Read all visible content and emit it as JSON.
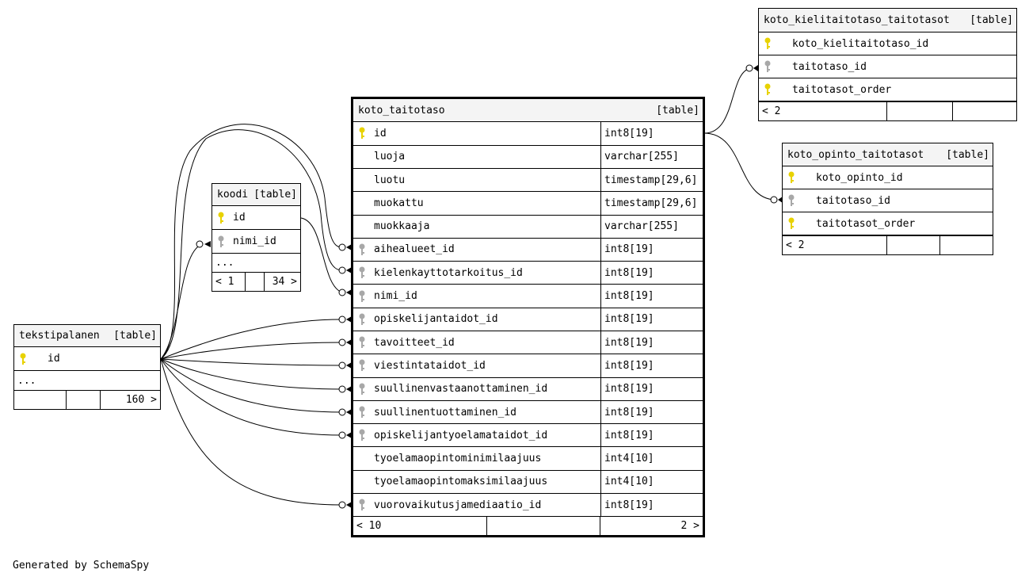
{
  "footer_text": "Generated by SchemaSpy",
  "colors": {
    "pk_key": "#e8d200",
    "fk_key": "#a8a8a8",
    "header_bg": "#f4f4f4"
  },
  "tables": {
    "main": {
      "name": "koto_taitotaso",
      "tag": "[table]",
      "columns": [
        {
          "name": "id",
          "type": "int8[19]",
          "key": "primary"
        },
        {
          "name": "luoja",
          "type": "varchar[255]",
          "key": "none"
        },
        {
          "name": "luotu",
          "type": "timestamp[29,6]",
          "key": "none"
        },
        {
          "name": "muokattu",
          "type": "timestamp[29,6]",
          "key": "none"
        },
        {
          "name": "muokkaaja",
          "type": "varchar[255]",
          "key": "none"
        },
        {
          "name": "aihealueet_id",
          "type": "int8[19]",
          "key": "foreign"
        },
        {
          "name": "kielenkayttotarkoitus_id",
          "type": "int8[19]",
          "key": "foreign"
        },
        {
          "name": "nimi_id",
          "type": "int8[19]",
          "key": "foreign"
        },
        {
          "name": "opiskelijantaidot_id",
          "type": "int8[19]",
          "key": "foreign"
        },
        {
          "name": "tavoitteet_id",
          "type": "int8[19]",
          "key": "foreign"
        },
        {
          "name": "viestintataidot_id",
          "type": "int8[19]",
          "key": "foreign"
        },
        {
          "name": "suullinenvastaanottaminen_id",
          "type": "int8[19]",
          "key": "foreign"
        },
        {
          "name": "suullinentuottaminen_id",
          "type": "int8[19]",
          "key": "foreign"
        },
        {
          "name": "opiskelijantyoelamataidot_id",
          "type": "int8[19]",
          "key": "foreign"
        },
        {
          "name": "tyoelamaopintominimilaajuus",
          "type": "int4[10]",
          "key": "none"
        },
        {
          "name": "tyoelamaopintomaksimilaajuus",
          "type": "int4[10]",
          "key": "none"
        },
        {
          "name": "vuorovaikutusjamediaatio_id",
          "type": "int8[19]",
          "key": "foreign"
        }
      ],
      "footer": {
        "parents": "< 10",
        "children": "2 >"
      }
    },
    "koodi": {
      "name": "koodi",
      "tag": "[table]",
      "columns": [
        {
          "name": "id",
          "key": "primary"
        },
        {
          "name": "nimi_id",
          "key": "foreign"
        }
      ],
      "more": "...",
      "footer": {
        "parents": "< 1",
        "children": "34 >"
      }
    },
    "tekstipalanen": {
      "name": "tekstipalanen",
      "tag": "[table]",
      "columns": [
        {
          "name": "id",
          "key": "primary"
        }
      ],
      "more": "...",
      "footer": {
        "children": "160 >"
      }
    },
    "kielitaito": {
      "name": "koto_kielitaitotaso_taitotasot",
      "tag": "[table]",
      "columns": [
        {
          "name": "koto_kielitaitotaso_id",
          "key": "primary"
        },
        {
          "name": "taitotaso_id",
          "key": "foreign"
        },
        {
          "name": "taitotasot_order",
          "key": "primary"
        }
      ],
      "footer": {
        "parents": "< 2"
      }
    },
    "opinto": {
      "name": "koto_opinto_taitotasot",
      "tag": "[table]",
      "columns": [
        {
          "name": "koto_opinto_id",
          "key": "primary"
        },
        {
          "name": "taitotaso_id",
          "key": "foreign"
        },
        {
          "name": "taitotasot_order",
          "key": "primary"
        }
      ],
      "footer": {
        "parents": "< 2"
      }
    }
  }
}
